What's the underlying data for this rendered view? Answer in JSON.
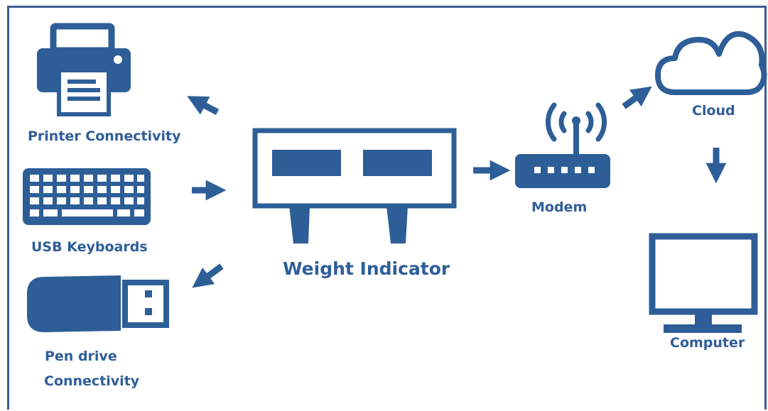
{
  "labels": {
    "printer": "Printer Connectivity",
    "keyboard": "USB Keyboards",
    "pendrive_line1": "Pen drive",
    "pendrive_line2": "Connectivity",
    "indicator": "Weight Indicator",
    "modem": "Modem",
    "cloud": "Cloud",
    "computer": "Computer"
  },
  "colors": {
    "primary": "#2e5e97",
    "frame": "#3e5f93"
  },
  "icons": [
    "printer-icon",
    "keyboard-icon",
    "usb-drive-icon",
    "weight-indicator-icon",
    "modem-icon",
    "cloud-icon",
    "computer-icon"
  ]
}
